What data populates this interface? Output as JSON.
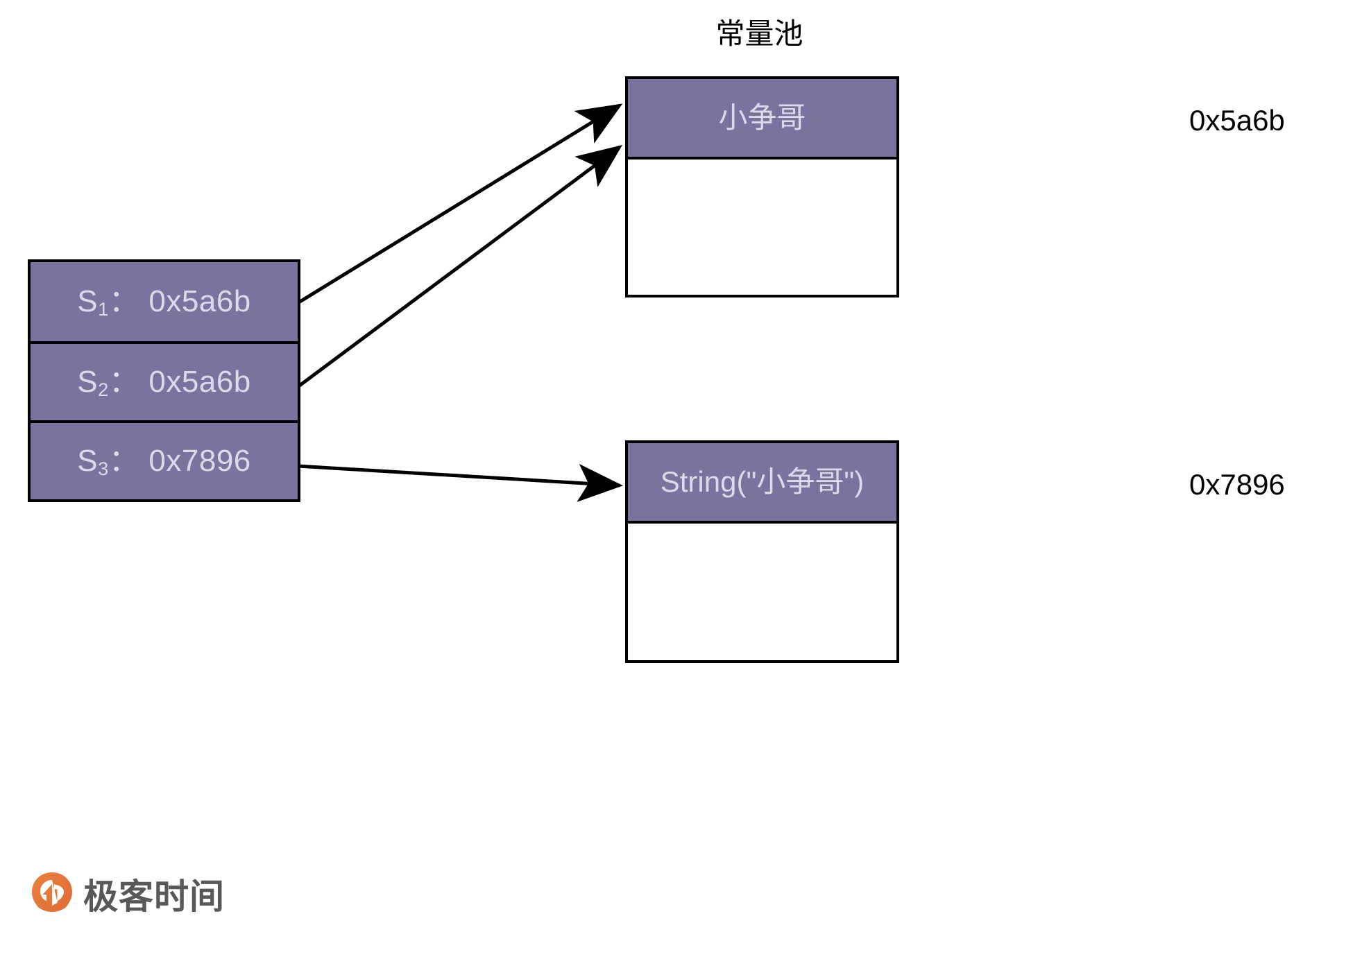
{
  "diagram": {
    "pool_title": "常量池",
    "variables": [
      {
        "name": "S",
        "index": "1",
        "colon": "：",
        "address": "0x5a6b"
      },
      {
        "name": "S",
        "index": "2",
        "colon": "：",
        "address": "0x5a6b"
      },
      {
        "name": "S",
        "index": "3",
        "colon": "：",
        "address": "0x7896"
      }
    ],
    "pool_cells": [
      {
        "content": "小争哥",
        "address": "0x5a6b"
      },
      {
        "content": "String(\"小争哥\")",
        "address": "0x7896"
      }
    ]
  },
  "logo": {
    "text": "极客时间",
    "mark_icon": "geektime-pin-icon",
    "mark_color": "#e87a3c",
    "text_color": "#58585a"
  },
  "colors": {
    "fill_purple": "#7b739d",
    "text_lavender": "#ded9ea",
    "border_black": "#000000",
    "background": "#ffffff"
  }
}
